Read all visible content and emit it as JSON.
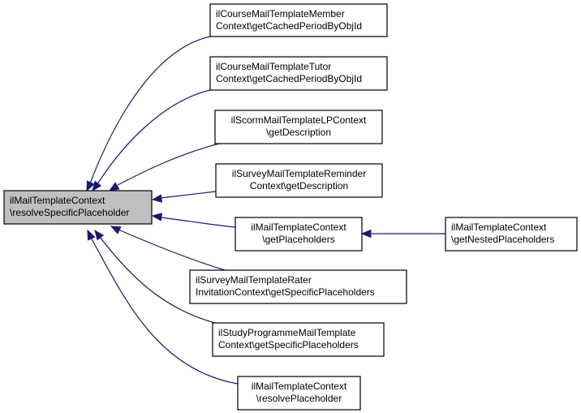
{
  "graph": {
    "title": "Caller graph of ilMailTemplateContext\\resolveSpecificPlaceholder",
    "colors": {
      "edge": "#191970",
      "root_fill": "#bfbfbf",
      "node_fill": "#ffffff",
      "border": "#000000"
    },
    "nodes": [
      {
        "id": "root",
        "lines": [
          "ilMailTemplateContext",
          "\\resolveSpecificPlaceholder"
        ],
        "align": "left",
        "root": true
      },
      {
        "id": "n1",
        "lines": [
          "ilCourseMailTemplateMember",
          "Context\\getCachedPeriodByObjId"
        ],
        "align": "left"
      },
      {
        "id": "n2",
        "lines": [
          "ilCourseMailTemplateTutor",
          "Context\\getCachedPeriodByObjId"
        ],
        "align": "left"
      },
      {
        "id": "n3",
        "lines": [
          "ilScormMailTemplateLPContext",
          "\\getDescription"
        ],
        "align": "center"
      },
      {
        "id": "n4",
        "lines": [
          "ilSurveyMailTemplateReminder",
          "Context\\getDescription"
        ],
        "align": "center"
      },
      {
        "id": "n5",
        "lines": [
          "ilMailTemplateContext",
          "\\getPlaceholders"
        ],
        "align": "center"
      },
      {
        "id": "n6",
        "lines": [
          "ilSurveyMailTemplateRater",
          "InvitationContext\\getSpecificPlaceholders"
        ],
        "align": "left"
      },
      {
        "id": "n7",
        "lines": [
          "ilStudyProgrammeMailTemplate",
          "Context\\getSpecificPlaceholders"
        ],
        "align": "left"
      },
      {
        "id": "n8",
        "lines": [
          "ilMailTemplateContext",
          "\\resolvePlaceholder"
        ],
        "align": "center"
      },
      {
        "id": "n9",
        "lines": [
          "ilMailTemplateContext",
          "\\getNestedPlaceholders"
        ],
        "align": "left"
      }
    ],
    "edges": [
      {
        "from": "n1",
        "to": "root"
      },
      {
        "from": "n2",
        "to": "root"
      },
      {
        "from": "n3",
        "to": "root"
      },
      {
        "from": "n4",
        "to": "root"
      },
      {
        "from": "n5",
        "to": "root"
      },
      {
        "from": "n6",
        "to": "root"
      },
      {
        "from": "n7",
        "to": "root"
      },
      {
        "from": "n8",
        "to": "root"
      },
      {
        "from": "n9",
        "to": "n5"
      }
    ]
  }
}
